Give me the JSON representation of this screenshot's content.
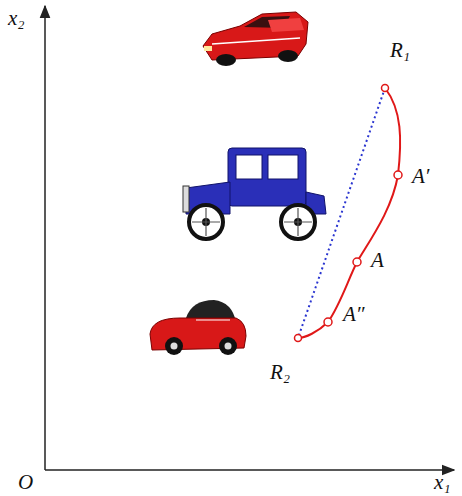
{
  "diagram": {
    "labels": [
      "x₂",
      "x₁",
      "O",
      "R₁",
      "R₂",
      "A′",
      "A",
      "A″"
    ]
  }
}
